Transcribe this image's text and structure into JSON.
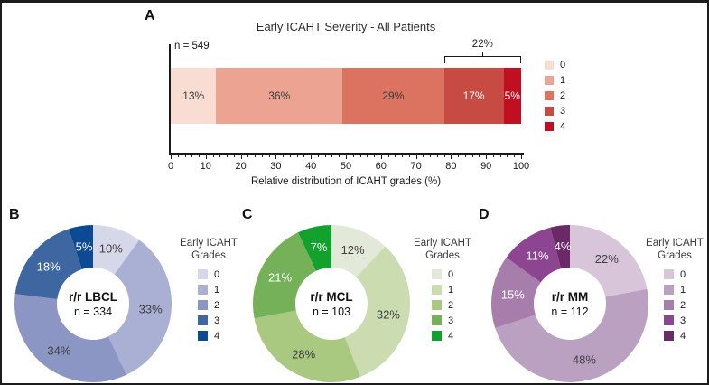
{
  "chart_data": [
    {
      "panel_label": "A",
      "type": "bar",
      "variant": "horizontal-stacked",
      "title": "Early ICAHT Severity - All Patients",
      "n_label": "n = 549",
      "categories": [
        "0",
        "1",
        "2",
        "3",
        "4"
      ],
      "values": [
        13,
        36,
        29,
        17,
        5
      ],
      "value_labels": [
        "13%",
        "36%",
        "29%",
        "17%",
        "5%"
      ],
      "colors": [
        "#f9dcd2",
        "#eda391",
        "#dc7260",
        "#c74a43",
        "#c00f21"
      ],
      "value_label_colors": [
        "#3b3b3b",
        "#3b3b3b",
        "#3b3b3b",
        "#ffffff",
        "#ffffff"
      ],
      "bracket": {
        "label": "22%",
        "from_pct": 78,
        "to_pct": 100,
        "covers_grades": [
          "3",
          "4"
        ]
      },
      "xlabel": "Relative distribution of ICAHT grades (%)",
      "xlim": [
        0,
        100
      ],
      "x_major_step": 10,
      "x_minor_step": 2,
      "x_tick_labels": [
        "0",
        "10",
        "20",
        "30",
        "40",
        "50",
        "60",
        "70",
        "80",
        "90",
        "100"
      ],
      "legend_entries": [
        "0",
        "1",
        "2",
        "3",
        "4"
      ],
      "legend_position": "right"
    },
    {
      "panel_label": "B",
      "type": "pie",
      "variant": "donut",
      "center_title": "r/r LBCL",
      "center_n": "n = 334",
      "categories": [
        "0",
        "1",
        "2",
        "3",
        "4"
      ],
      "values": [
        10,
        33,
        34,
        18,
        5
      ],
      "value_labels": [
        "10%",
        "33%",
        "34%",
        "18%",
        "5%"
      ],
      "colors": [
        "#d6d8e9",
        "#a9b0d3",
        "#8b96c4",
        "#3e66a1",
        "#0c4a94"
      ],
      "value_label_colors": [
        "#404040",
        "#404040",
        "#404040",
        "#ffffff",
        "#ffffff"
      ],
      "legend_title_lines": [
        "Early ICAHT",
        "Grades"
      ],
      "legend_entries": [
        "0",
        "1",
        "2",
        "3",
        "4"
      ],
      "start_angle_deg": 0,
      "direction": "clockwise"
    },
    {
      "panel_label": "C",
      "type": "pie",
      "variant": "donut",
      "center_title": "r/r MCL",
      "center_n": "n = 103",
      "categories": [
        "0",
        "1",
        "2",
        "3",
        "4"
      ],
      "values": [
        12,
        32,
        28,
        21,
        7
      ],
      "value_labels": [
        "12%",
        "32%",
        "28%",
        "21%",
        "7%"
      ],
      "colors": [
        "#e2e9d9",
        "#cadcb0",
        "#a9c981",
        "#74b158",
        "#12a12c"
      ],
      "value_label_colors": [
        "#404040",
        "#404040",
        "#404040",
        "#ffffff",
        "#ffffff"
      ],
      "legend_title_lines": [
        "Early ICAHT",
        "Grades"
      ],
      "legend_entries": [
        "0",
        "1",
        "2",
        "3",
        "4"
      ],
      "start_angle_deg": 0,
      "direction": "clockwise"
    },
    {
      "panel_label": "D",
      "type": "pie",
      "variant": "donut",
      "center_title": "r/r MM",
      "center_n": "n = 112",
      "categories": [
        "0",
        "1",
        "2",
        "3",
        "4"
      ],
      "values": [
        22,
        48,
        15,
        11,
        4
      ],
      "value_labels": [
        "22%",
        "48%",
        "15%",
        "11%",
        "4%"
      ],
      "colors": [
        "#d8c5da",
        "#baa0c1",
        "#a77dab",
        "#8c4691",
        "#6b2968"
      ],
      "value_label_colors": [
        "#404040",
        "#404040",
        "#ffffff",
        "#ffffff",
        "#ffffff"
      ],
      "legend_title_lines": [
        "Early ICAHT",
        "Grades"
      ],
      "legend_entries": [
        "0",
        "1",
        "2",
        "3",
        "4"
      ],
      "start_angle_deg": 0,
      "direction": "clockwise"
    }
  ]
}
